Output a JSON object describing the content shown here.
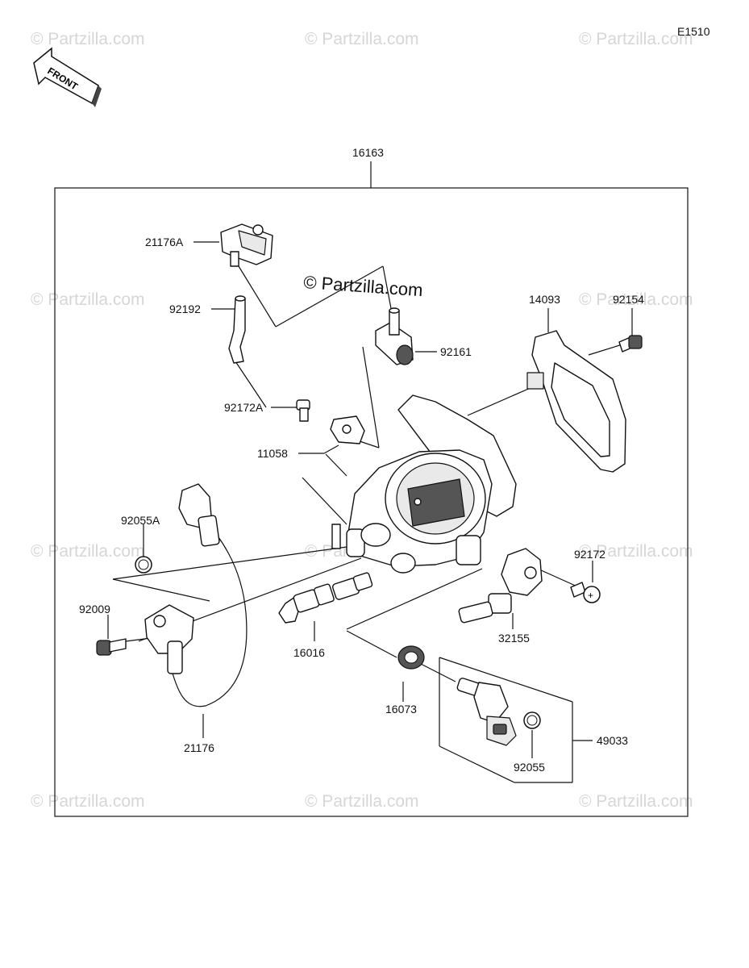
{
  "diagram_code": "E1510",
  "front_label": "FRONT",
  "watermark": "© Partzilla.com",
  "watermark_center": "© Partzilla.com",
  "assembly": {
    "part": "16163"
  },
  "callouts": [
    {
      "id": "21176A",
      "text": "21176A"
    },
    {
      "id": "92192",
      "text": "92192"
    },
    {
      "id": "92161",
      "text": "92161"
    },
    {
      "id": "14093",
      "text": "14093"
    },
    {
      "id": "92154",
      "text": "92154"
    },
    {
      "id": "92172A",
      "text": "92172A"
    },
    {
      "id": "11058",
      "text": "11058"
    },
    {
      "id": "92055A",
      "text": "92055A"
    },
    {
      "id": "92172",
      "text": "92172"
    },
    {
      "id": "92009",
      "text": "92009"
    },
    {
      "id": "16016",
      "text": "16016"
    },
    {
      "id": "32155",
      "text": "32155"
    },
    {
      "id": "16073",
      "text": "16073"
    },
    {
      "id": "21176",
      "text": "21176"
    },
    {
      "id": "49033",
      "text": "49033"
    },
    {
      "id": "92055",
      "text": "92055"
    }
  ]
}
